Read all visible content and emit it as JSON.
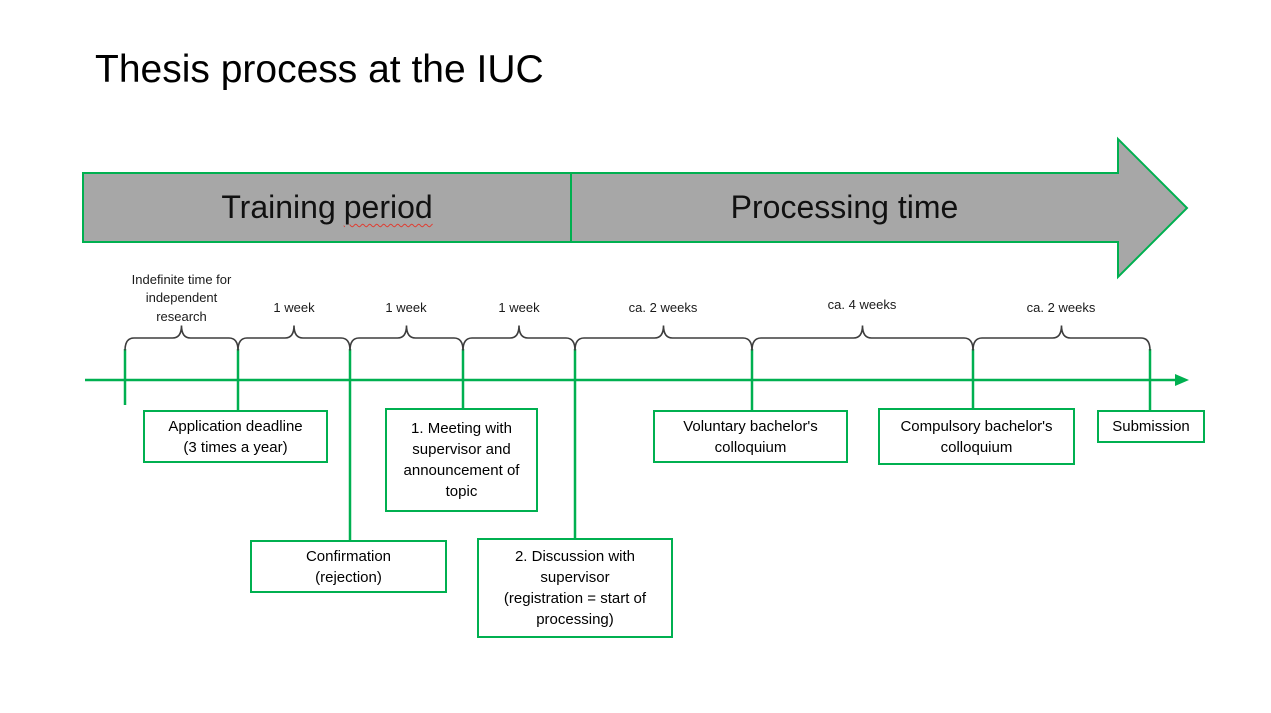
{
  "title": "Thesis process at the IUC",
  "banner": {
    "training": {
      "prefix": "Training",
      "misspelled_word": "period"
    },
    "processing": {
      "label": "Processing time"
    }
  },
  "timeline": {
    "segments": [
      {
        "label": [
          "Indefinite time for",
          "independent",
          "research"
        ]
      },
      {
        "label": "1 week"
      },
      {
        "label": "1 week"
      },
      {
        "label": "1 week"
      },
      {
        "label": "ca. 2 weeks"
      },
      {
        "label": "ca. 4 weeks"
      },
      {
        "label": "ca. 2 weeks"
      }
    ]
  },
  "boxes": {
    "application_deadline": [
      "Application deadline",
      "(3 times a year)"
    ],
    "meeting_supervisor": [
      "1. Meeting with",
      "supervisor and",
      "announcement of",
      "topic"
    ],
    "voluntary_colloquium": [
      "Voluntary bachelor's",
      "colloquium"
    ],
    "compulsory_colloquium": [
      "Compulsory bachelor's",
      "colloquium"
    ],
    "submission": [
      "Submission"
    ],
    "confirmation": [
      "Confirmation",
      "(rejection)"
    ],
    "discussion_supervisor": [
      "2. Discussion with",
      "supervisor",
      "(registration = start of",
      "processing)"
    ]
  },
  "colors": {
    "accent_green": "#00b050",
    "arrow_gray": "#a7a7a7",
    "brace_gray": "#3d3d3d",
    "spellcheck_red": "#e03c31"
  }
}
